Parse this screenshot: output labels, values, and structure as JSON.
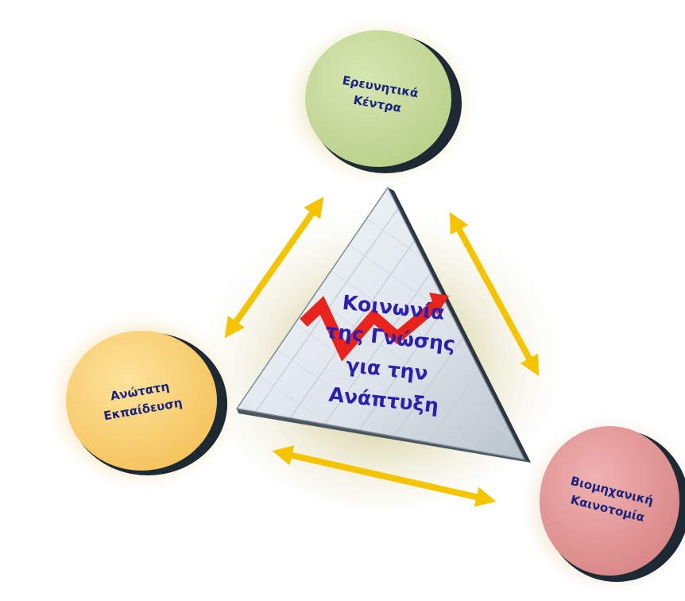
{
  "diagram": {
    "center": {
      "lines": [
        "Κοινωνία",
        "της Γνώσης",
        "για την",
        "Ανάπτυξη"
      ]
    },
    "nodes": {
      "research": {
        "lines": [
          "Ερευνητικά",
          "Κέντρα"
        ],
        "color": "#c9dca0"
      },
      "education": {
        "lines": [
          "Ανώτατη",
          "Εκπαίδευση"
        ],
        "color": "#fbd27a"
      },
      "industry": {
        "lines": [
          "Βιομηχανική",
          "Καινοτομία"
        ],
        "color": "#e59c9c"
      }
    },
    "colors": {
      "arrow": "#f5c400",
      "zigzag": "#e8231b",
      "text": "#1a237e",
      "center_text": "#2b1fb0"
    }
  }
}
